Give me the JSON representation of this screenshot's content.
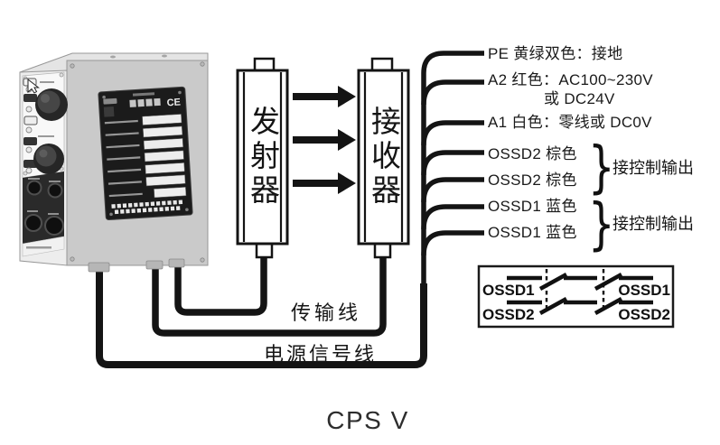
{
  "caption": "CPS V",
  "device": {
    "ce_mark": "CE"
  },
  "sensors": {
    "transmitter": "发射器",
    "receiver": "接收器"
  },
  "cables": {
    "transmission": "传输线",
    "power_signal": "电源信号线"
  },
  "wires": [
    {
      "label": "PE 黄绿双色：接地"
    },
    {
      "label": "A2 红色：AC100~230V",
      "label2": "或 DC24V"
    },
    {
      "label": "A1 白色：零线或 DC0V"
    },
    {
      "label": "OSSD2 棕色"
    },
    {
      "label": "OSSD2 棕色"
    },
    {
      "label": "OSSD1 蓝色"
    },
    {
      "label": "OSSD1 蓝色"
    }
  ],
  "output_groups": [
    {
      "brace": "}",
      "label": "接控制输出"
    },
    {
      "brace": "}",
      "label": "接控制输出"
    }
  ],
  "ossd_box": {
    "rows": [
      {
        "left": "OSSD1",
        "right": "OSSD1"
      },
      {
        "left": "OSSD2",
        "right": "OSSD2"
      }
    ]
  },
  "colors": {
    "line": "#141414",
    "text": "#1a1a1a",
    "device_side": "#cacaca",
    "device_top": "#e4e4e4",
    "device_panel": "#f8f8f8",
    "device_dark_section": "#2a2a2a",
    "label_plate": "#1b1b1b"
  }
}
